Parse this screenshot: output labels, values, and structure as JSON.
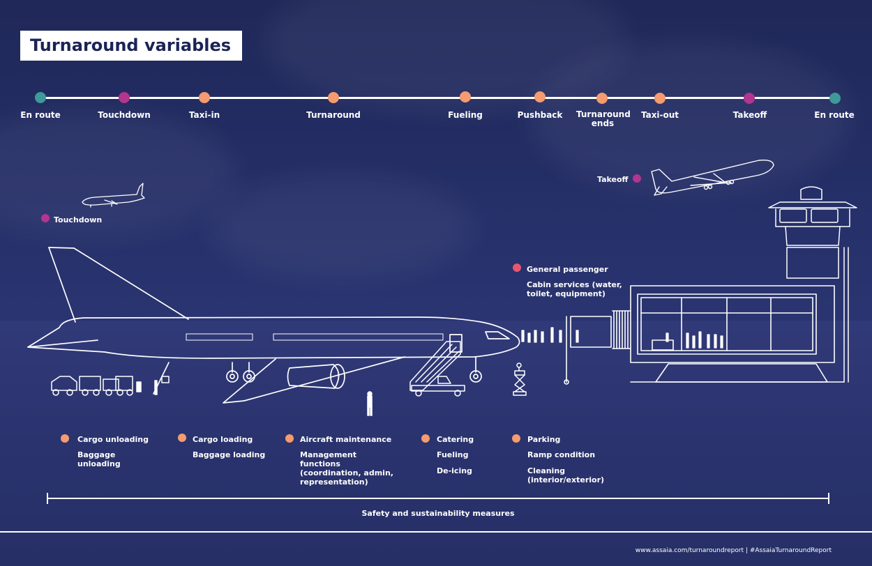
{
  "title": "Turnaround variables",
  "colors": {
    "teal": "#3d9a98",
    "magenta": "#b2358f",
    "orange": "#f59b6f",
    "pink": "#e8556f",
    "navy": "#222c63"
  },
  "timeline": [
    {
      "label": "En route",
      "color": "teal"
    },
    {
      "label": "Touchdown",
      "color": "magenta"
    },
    {
      "label": "Taxi-in",
      "color": "orange"
    },
    {
      "label": "Turnaround",
      "color": "orange"
    },
    {
      "label": "Fueling",
      "color": "orange"
    },
    {
      "label": "Pushback",
      "color": "orange"
    },
    {
      "label": "Turnaround ends",
      "color": "orange"
    },
    {
      "label": "Taxi-out",
      "color": "orange"
    },
    {
      "label": "Takeoff",
      "color": "magenta"
    },
    {
      "label": "En route",
      "color": "teal"
    }
  ],
  "markers": {
    "touchdown": "Touchdown",
    "takeoff": "Takeoff",
    "general_passenger": "General passenger",
    "cabin_services": "Cabin services (water, toilet, equipment)"
  },
  "groups": {
    "cargo_unloading": {
      "title": "Cargo unloading",
      "lines": [
        "Baggage unloading"
      ]
    },
    "cargo_loading": {
      "title": "Cargo loading",
      "lines": [
        "Baggage loading"
      ]
    },
    "aircraft_maintenance": {
      "title": "Aircraft maintenance",
      "lines": [
        "Management functions (coordination, admin, representation)"
      ]
    },
    "catering": {
      "title": "Catering",
      "lines": [
        "Fueling",
        "De-icing"
      ]
    },
    "parking": {
      "title": "Parking",
      "lines": [
        "Ramp condition",
        "Cleaning (interior/exterior)"
      ]
    }
  },
  "safety": "Safety and sustainability measures",
  "footer": "www.assaia.com/turnaroundreport  |  #AssaiaTurnaroundReport",
  "icons": [
    "airplane-landing-icon",
    "airplane-takeoff-icon",
    "control-tower-icon",
    "terminal-icon",
    "cargo-train-icon",
    "stairs-truck-icon",
    "scissor-lift-icon",
    "person-icon"
  ]
}
